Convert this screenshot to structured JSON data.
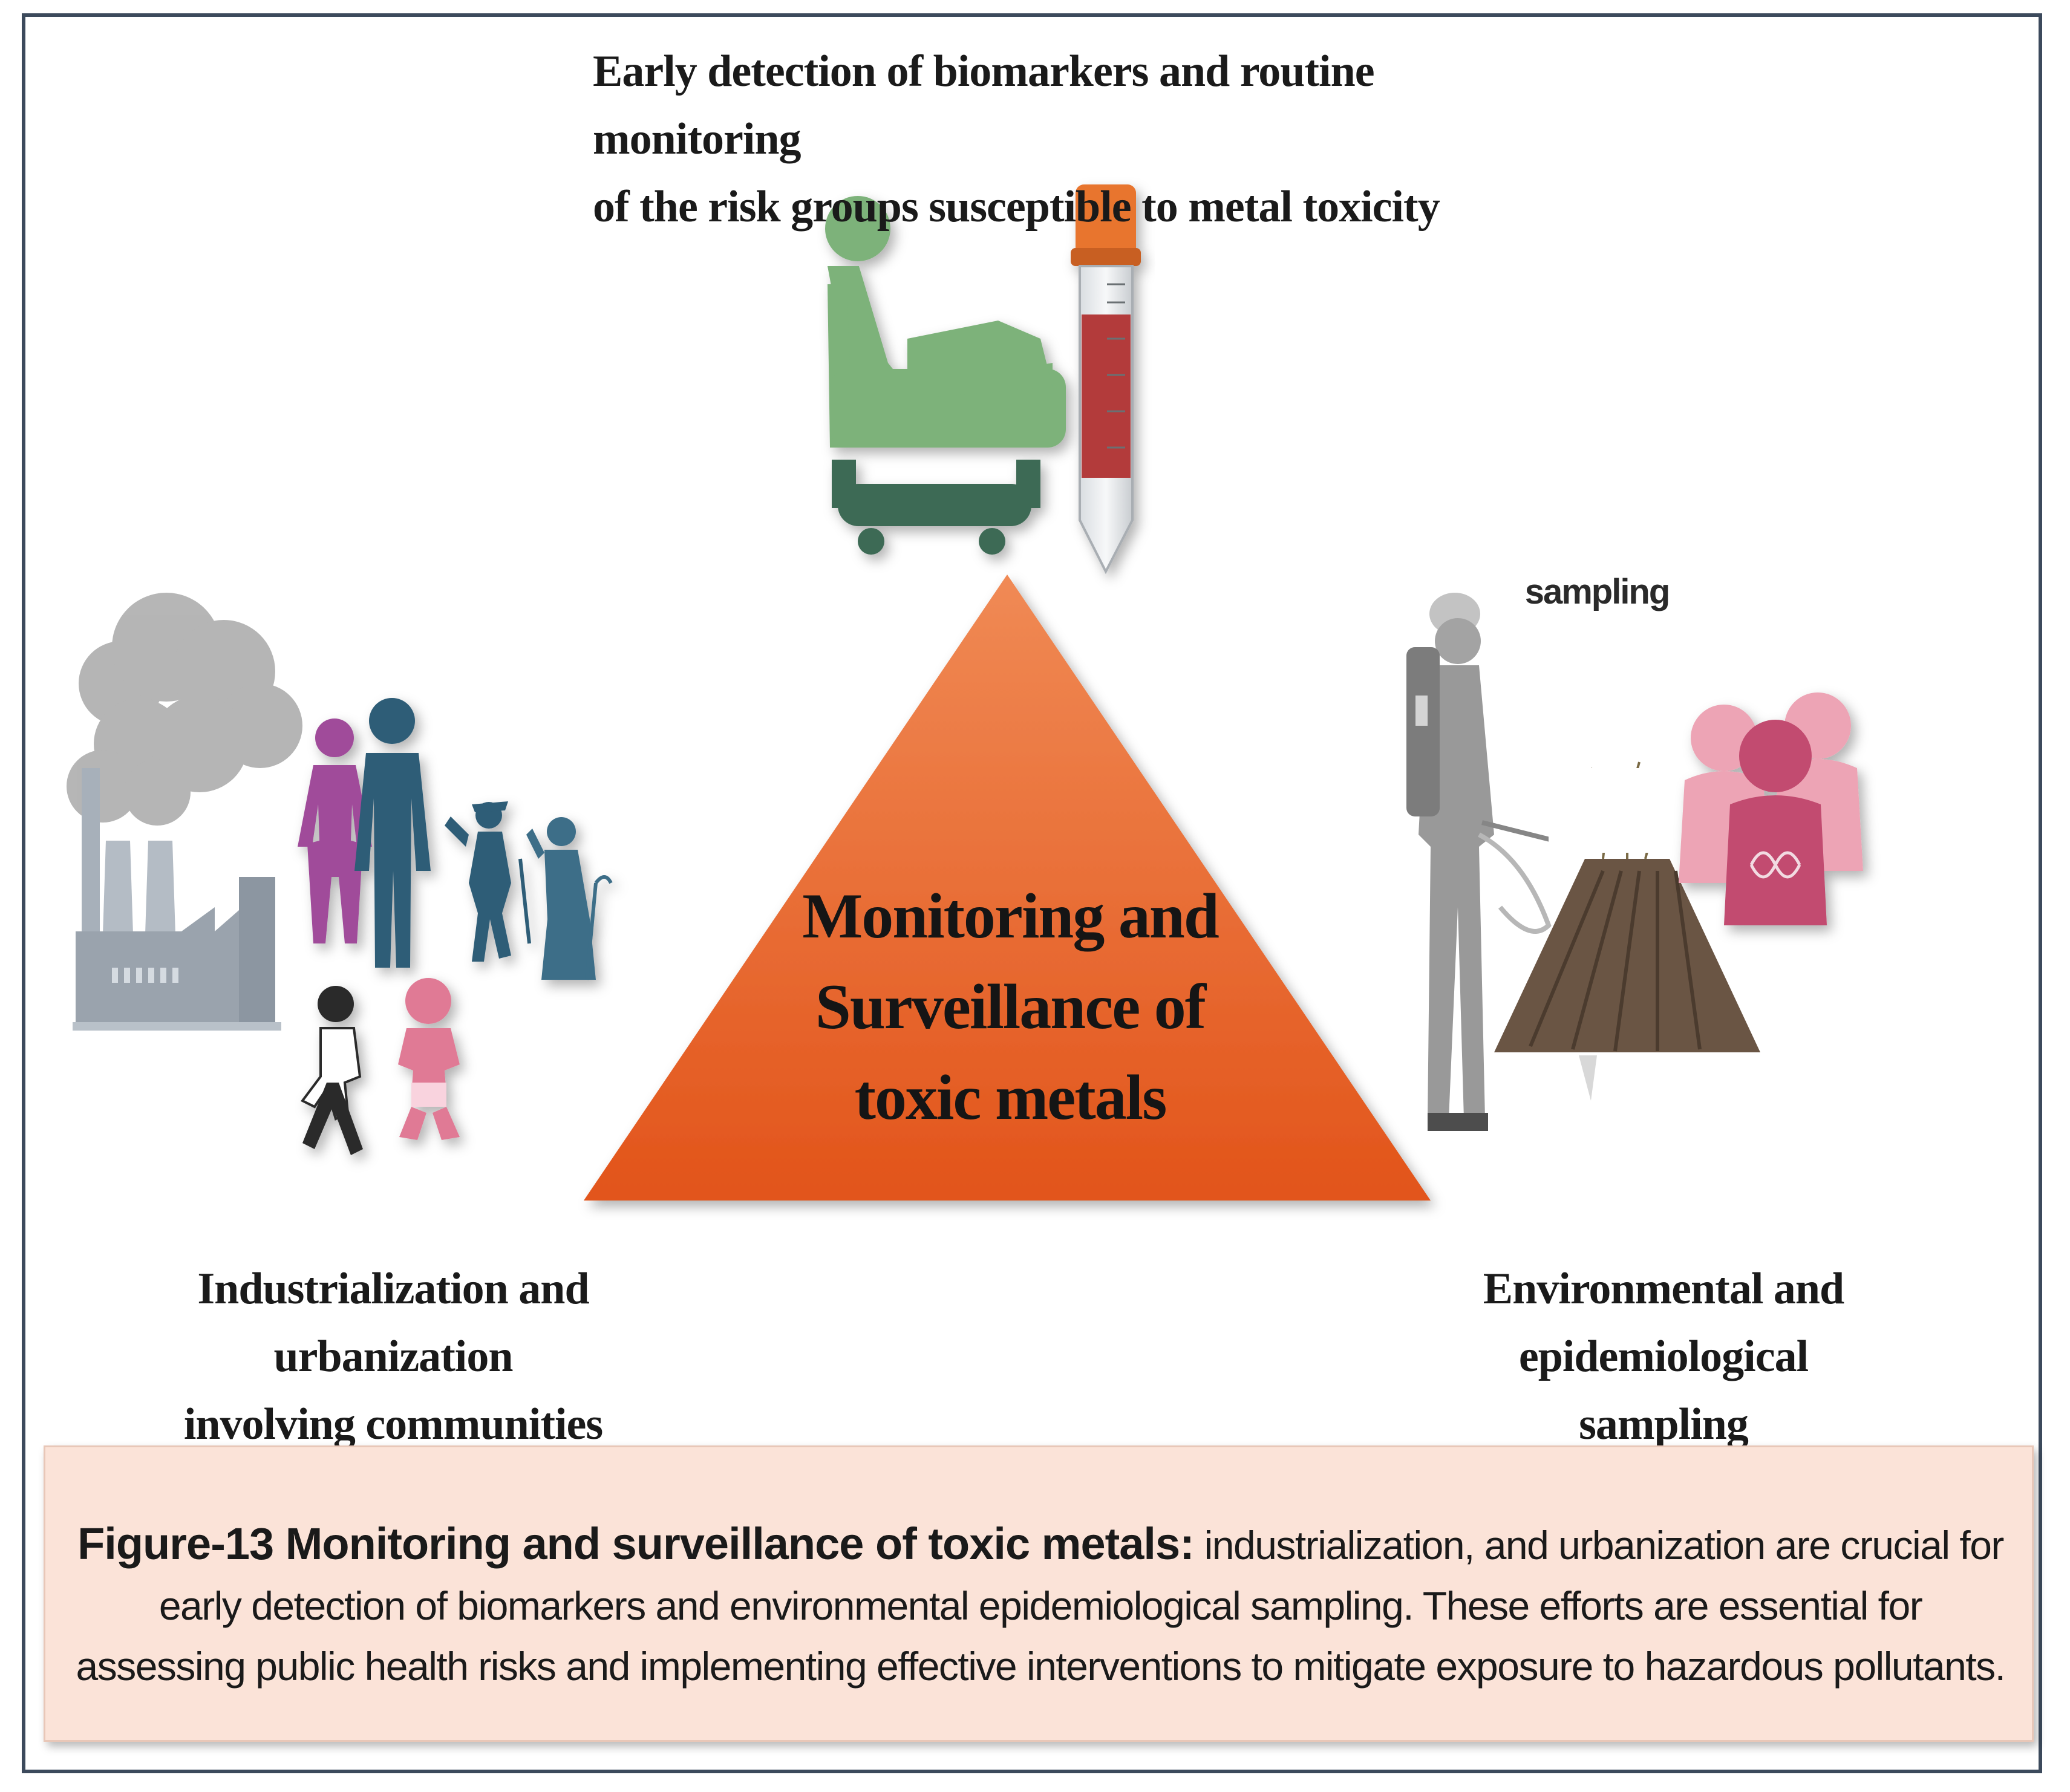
{
  "figure": {
    "top_label_line1": "Early detection of biomarkers and routine monitoring",
    "top_label_line2": "of the risk groups susceptible to metal toxicity",
    "left_label_line1": "Industrialization and urbanization",
    "left_label_line2": "involving communities",
    "right_label_line1": "Environmental and epidemiological",
    "right_label_line2": "sampling",
    "sampling_tag": "sampling",
    "center_line1": "Monitoring and",
    "center_line2": "Surveillance of",
    "center_line3": "toxic metals"
  },
  "caption": {
    "title": "Figure-13 Monitoring and surveillance of toxic metals:",
    "body": "industrialization, and urbanization are crucial for early detection of biomarkers and environmental epidemiological sampling. These efforts are essential for assessing public health risks and implementing effective interventions to mitigate exposure to hazardous pollutants."
  },
  "colors": {
    "triangle_top": "#f08a55",
    "triangle_bottom": "#e2541a",
    "patient_green": "#7db27a",
    "bed_dark_green": "#3e6b55",
    "blood_red": "#b33a3a",
    "tube_cap": "#e8742e",
    "woman_purple": "#a04b9a",
    "man_teal": "#2f5d77",
    "baby_pink": "#e07a95",
    "factory_grey": "#9aa3ad",
    "smoke_grey": "#a9a9a9",
    "pink_people": "#e48aa0",
    "pink_people_dark": "#c24b70",
    "soil_brown": "#6a5544"
  },
  "icons": [
    "patient-chair-icon",
    "test-tube-icon",
    "factory-icon",
    "family-icon",
    "farmer-sprayer-icon",
    "soil-icon",
    "dna-people-icon"
  ]
}
